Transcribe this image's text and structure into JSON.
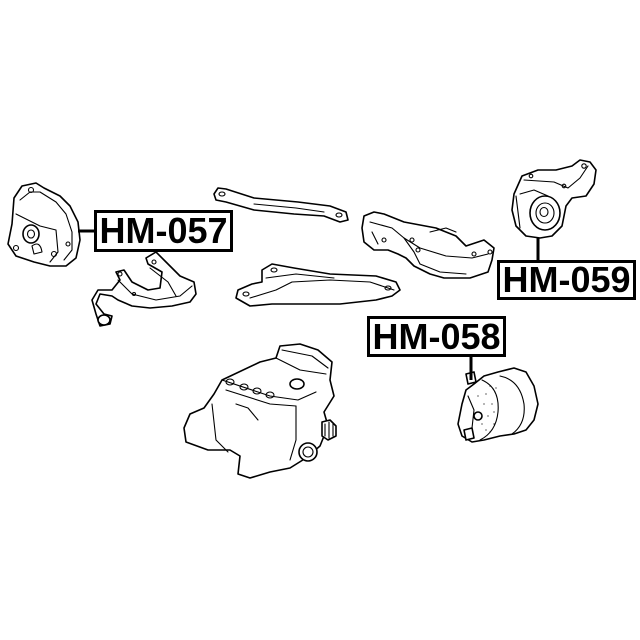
{
  "diagram": {
    "type": "exploded parts diagram",
    "subject": "engine mounts",
    "colors": {
      "line": "#000000",
      "background": "#ffffff"
    },
    "labels": [
      {
        "id": "hm-057",
        "text": "HM-057",
        "points_to": "left-engine-mount"
      },
      {
        "id": "hm-059",
        "text": "HM-059",
        "points_to": "upper-right-engine-mount"
      },
      {
        "id": "hm-058",
        "text": "HM-058",
        "points_to": "lower-right-engine-mount"
      }
    ],
    "parts": [
      "left-engine-mount",
      "left-mount-bracket",
      "torque-rod",
      "lower-bracket-arm",
      "rear-mount-bracket",
      "upper-right-engine-mount",
      "lower-right-engine-mount",
      "engine-block"
    ]
  }
}
